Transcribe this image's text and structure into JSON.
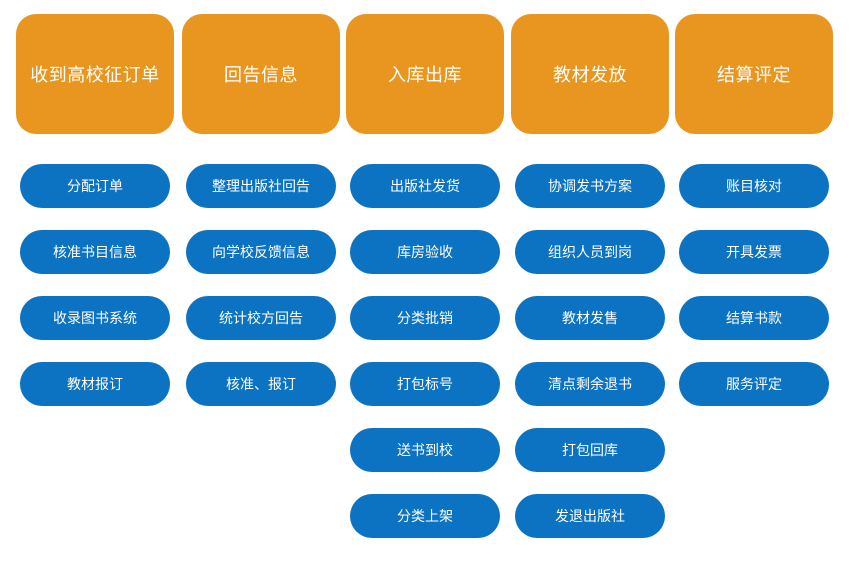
{
  "colors": {
    "stage_fill": "#e8961f",
    "step_fill": "#0b73c2",
    "text": "#ffffff"
  },
  "columns": [
    {
      "stage": "收到高校征订单",
      "steps": [
        "分配订单",
        "核准书目信息",
        "收录图书系统",
        "教材报订"
      ]
    },
    {
      "stage": "回告信息",
      "steps": [
        "整理出版社回告",
        "向学校反馈信息",
        "统计校方回告",
        "核准、报订"
      ]
    },
    {
      "stage": "入库出库",
      "steps": [
        "出版社发货",
        "库房验收",
        "分类批销",
        "打包标号",
        "送书到校",
        "分类上架"
      ]
    },
    {
      "stage": "教材发放",
      "steps": [
        "协调发书方案",
        "组织人员到岗",
        "教材发售",
        "清点剩余退书",
        "打包回库",
        "发退出版社"
      ]
    },
    {
      "stage": "结算评定",
      "steps": [
        "账目核对",
        "开具发票",
        "结算书款",
        "服务评定"
      ]
    }
  ]
}
